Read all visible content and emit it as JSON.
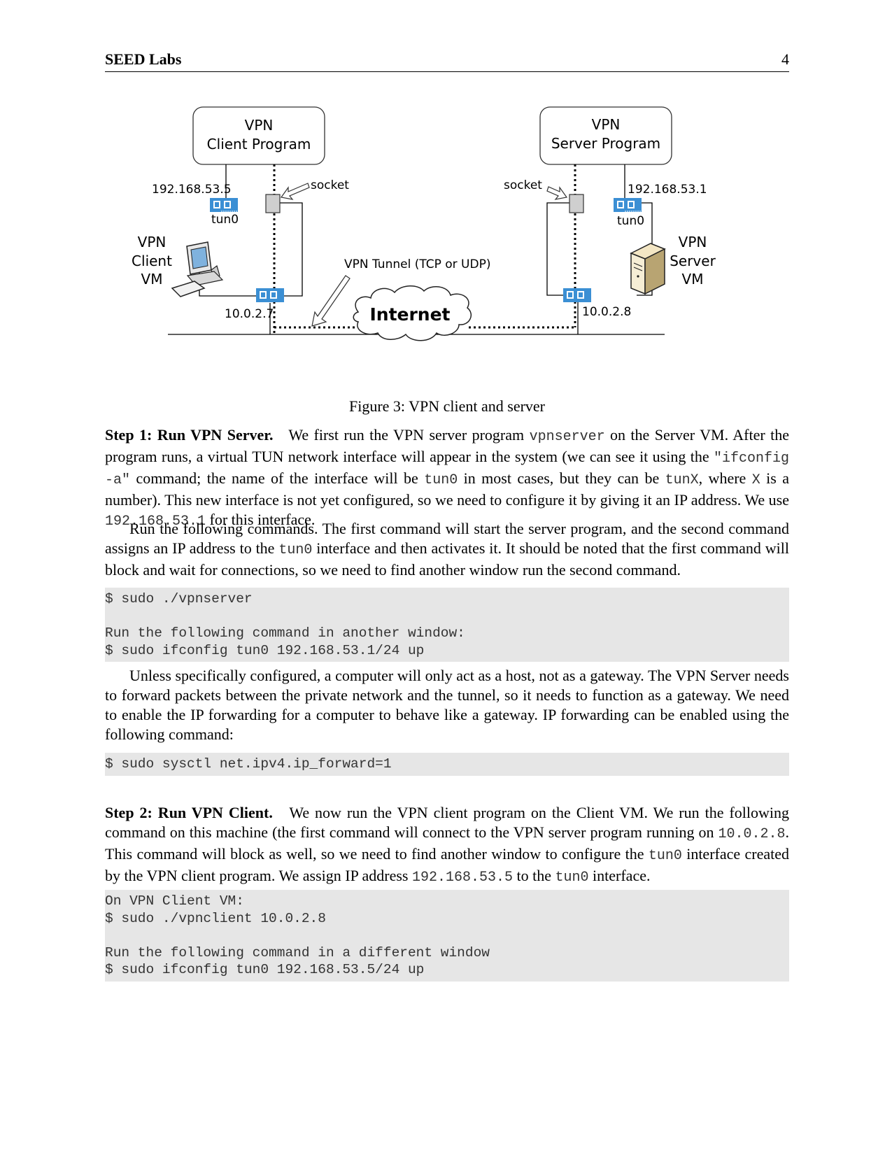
{
  "header": {
    "left": "SEED Labs",
    "right": "4"
  },
  "figure": {
    "client_program_line1": "VPN",
    "client_program_line2": "Client Program",
    "server_program_line1": "VPN",
    "server_program_line2": "Server Program",
    "client_tun_ip": "192.168.53.5",
    "server_tun_ip": "192.168.53.1",
    "socket_left": "socket",
    "socket_right": "socket",
    "tun_left": "tun0",
    "tun_right": "tun0",
    "client_vm_lines": [
      "VPN",
      "Client",
      "VM"
    ],
    "server_vm_lines": [
      "VPN",
      "Server",
      "VM"
    ],
    "tunnel_label": "VPN Tunnel (TCP or UDP)",
    "internet_label": "Internet",
    "client_eth_ip": "10.0.2.7",
    "server_eth_ip": "10.0.2.8",
    "caption": "Figure 3: VPN client and server"
  },
  "step1": {
    "title": "Step 1: Run VPN Server.",
    "p1_a": "We first run the VPN server program ",
    "p1_code1": "vpnserver",
    "p1_b": " on the Server VM. After the program runs, a virtual TUN network interface will appear in the system (we can see it using the ",
    "p1_code2": "\"ifconfig -a\"",
    "p1_c": " command; the name of the interface will be ",
    "p1_code3": "tun0",
    "p1_d": " in most cases, but they can be ",
    "p1_code4": "tunX",
    "p1_e": ", where ",
    "p1_code5": "X",
    "p1_f": " is a number). This new interface is not yet configured, so we need to configure it by giving it an IP address. We use ",
    "p1_code6": "192.168.53.1",
    "p1_g": " for this interface.",
    "p2_a": "Run the following commands. The first command will start the server program, and the second command assigns an IP address to the ",
    "p2_code1": "tun0",
    "p2_b": " interface and then activates it. It should be noted that the first command will block and wait for connections, so we need to find another window run the second command.",
    "code1": [
      "$ sudo ./vpnserver",
      "",
      "Run the following command in another window:",
      "$ sudo ifconfig tun0 192.168.53.1/24 up"
    ],
    "p3": "Unless specifically configured, a computer will only act as a host, not as a gateway. The VPN Server needs to forward packets between the private network and the tunnel, so it needs to function as a gateway. We need to enable the IP forwarding for a computer to behave like a gateway. IP forwarding can be enabled using the following command:",
    "code2": [
      "$ sudo sysctl net.ipv4.ip_forward=1"
    ]
  },
  "step2": {
    "title": "Step 2: Run VPN Client.",
    "p1_a": "We now run the VPN client program on the Client VM. We run the following command on this machine (the first command will connect to the VPN server program running on ",
    "p1_code1": "10.0.2.8",
    "p1_b": ". This command will block as well, so we need to find another window to configure the ",
    "p1_code2": "tun0",
    "p1_c": " interface created by the VPN client program. We assign IP address ",
    "p1_code3": "192.168.53.5",
    "p1_d": " to the ",
    "p1_code4": "tun0",
    "p1_e": " interface.",
    "code1": [
      "On VPN Client VM:",
      "$ sudo ./vpnclient 10.0.2.8",
      "",
      "Run the following command in a different window",
      "$ sudo ifconfig tun0 192.168.53.5/24 up"
    ]
  }
}
